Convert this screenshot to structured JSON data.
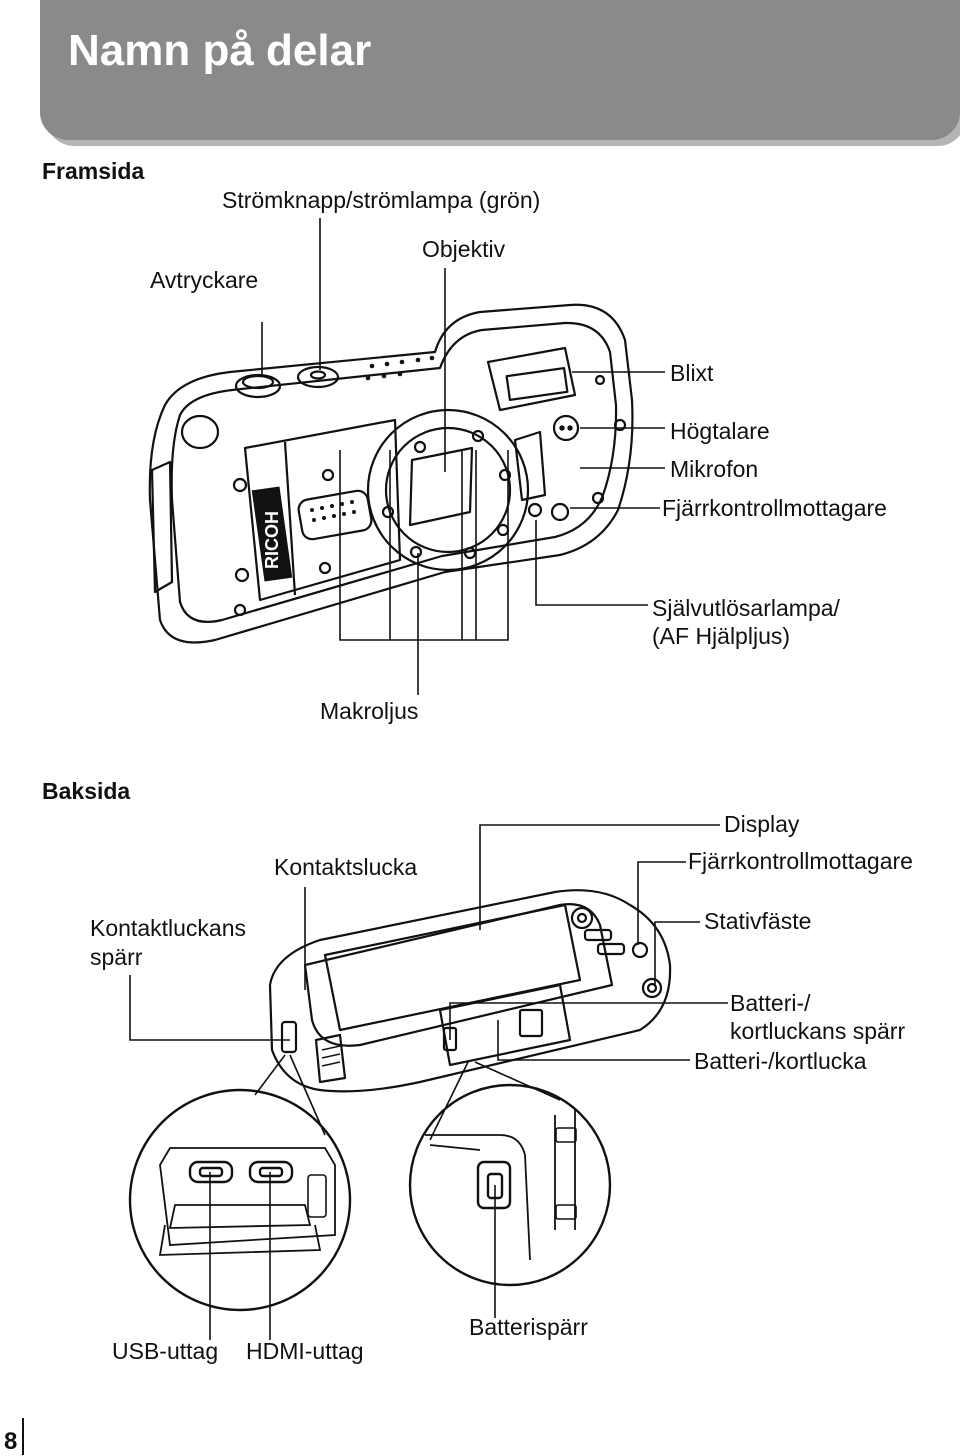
{
  "header": {
    "title": "Namn på delar"
  },
  "front": {
    "section_title": "Framsida",
    "labels": {
      "power": "Strömknapp/strömlampa (grön)",
      "lens": "Objektiv",
      "shutter": "Avtryckare",
      "flash": "Blixt",
      "speaker": "Högtalare",
      "microphone": "Mikrofon",
      "remote_receiver": "Fjärrkontrollmottagare",
      "self_timer_line1": "Självutlösarlampa/",
      "self_timer_line2": "(AF Hjälpljus)",
      "macro_light": "Makroljus"
    },
    "brand_logo": "RICOH"
  },
  "back": {
    "section_title": "Baksida",
    "labels": {
      "display": "Display",
      "terminal_cover": "Kontaktslucka",
      "remote_receiver": "Fjärrkontrollmottagare",
      "terminal_lock_line1": "Kontaktluckans",
      "terminal_lock_line2": "spärr",
      "tripod": "Stativfäste",
      "battery_lock_line1": "Batteri-/",
      "battery_lock_line2": "kortluckans spärr",
      "battery_cover": "Batteri-/kortlucka",
      "usb": "USB-uttag",
      "hdmi": "HDMI-uttag",
      "battery_latch": "Batterispärr"
    }
  },
  "page": {
    "number": "8"
  }
}
